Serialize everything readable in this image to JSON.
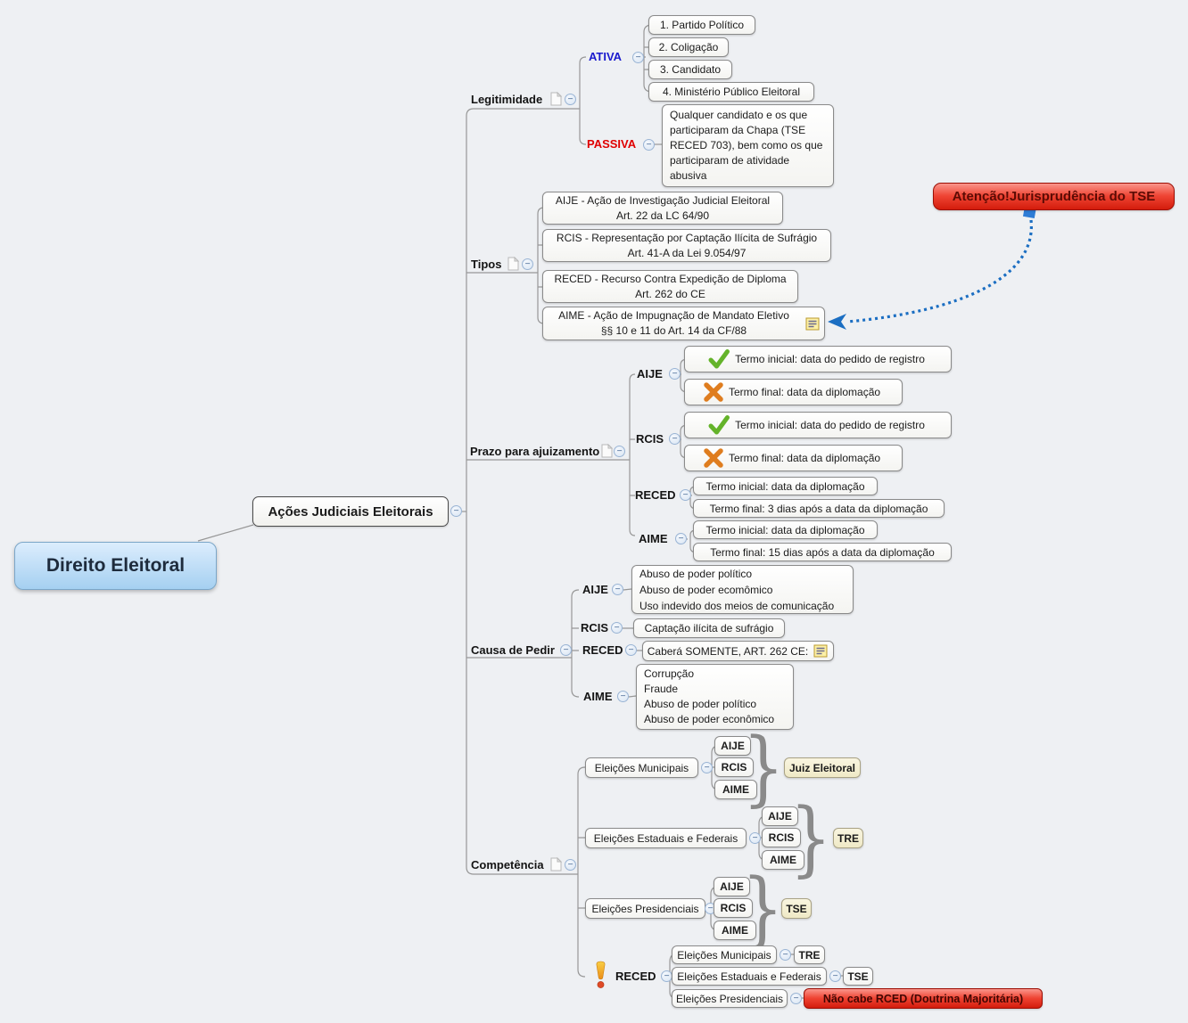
{
  "root": {
    "label": "Direito Eleitoral"
  },
  "main_topic": {
    "label": "Ações Judiciais Eleitorais"
  },
  "callout": {
    "label": "Atenção!Jurisprudência do TSE"
  },
  "legitimidade": {
    "label": "Legitimidade",
    "ativa": {
      "label": "ATIVA",
      "items": [
        "1. Partido Político",
        "2. Coligação",
        "3. Candidato",
        "4. Ministério Público Eleitoral"
      ]
    },
    "passiva": {
      "label": "PASSIVA",
      "text": "Qualquer candidato e os que participaram da Chapa (TSE RECED 703), bem como os que participaram de atividade abusiva"
    }
  },
  "tipos": {
    "label": "Tipos",
    "items": [
      {
        "title": "AIJE - Ação de Investigação Judicial Eleitoral",
        "subtitle": "Art. 22 da LC 64/90"
      },
      {
        "title": "RCIS - Representação por Captação Ilícita de Sufrágio",
        "subtitle": "Art. 41-A da Lei 9.054/97"
      },
      {
        "title": "RECED - Recurso Contra Expedição de Diploma",
        "subtitle": "Art. 262 do CE"
      },
      {
        "title": "AIME - Ação de Impugnação de Mandato Eletivo",
        "subtitle": "§§ 10 e 11 do Art. 14 da CF/88"
      }
    ]
  },
  "prazo": {
    "label": "Prazo para ajuizamento",
    "aije": {
      "label": "AIJE",
      "inicial": "Termo inicial: data do pedido de registro",
      "final": "Termo final: data da diplomação"
    },
    "rcis": {
      "label": "RCIS",
      "inicial": "Termo inicial: data do pedido de registro",
      "final": "Termo final: data da diplomação"
    },
    "reced": {
      "label": "RECED",
      "inicial": "Termo inicial: data da diplomação",
      "final": "Termo final: 3 dias após a data da diplomação"
    },
    "aime": {
      "label": "AIME",
      "inicial": "Termo inicial: data da diplomação",
      "final": "Termo final: 15 dias após a data da diplomação"
    }
  },
  "causa": {
    "label": "Causa de Pedir",
    "aije": {
      "label": "AIJE",
      "text": "Abuso de poder político\nAbuso de poder ecomômico\nUso indevido dos meios de comunicação"
    },
    "rcis": {
      "label": "RCIS",
      "text": "Captação ilícita de sufrágio"
    },
    "reced": {
      "label": "RECED",
      "text": "Caberá SOMENTE, ART. 262 CE:"
    },
    "aime": {
      "label": "AIME",
      "text": "Corrupção\nFraude\nAbuso de poder político\nAbuso de poder econômico"
    }
  },
  "competencia": {
    "label": "Competência",
    "municipais": {
      "label": "Eleições Municipais",
      "actions": [
        "AIJE",
        "RCIS",
        "AIME"
      ],
      "court": "Juiz Eleitoral"
    },
    "estaduais": {
      "label": "Eleições Estaduais e Federais",
      "actions": [
        "AIJE",
        "RCIS",
        "AIME"
      ],
      "court": "TRE"
    },
    "presidenciais": {
      "label": "Eleições Presidenciais",
      "actions": [
        "AIJE",
        "RCIS",
        "AIME"
      ],
      "court": "TSE"
    },
    "reced": {
      "label": "RECED",
      "rows": [
        {
          "label": "Eleições Municipais",
          "court": "TRE"
        },
        {
          "label": "Eleições Estaduais e Federais",
          "court": "TSE"
        },
        {
          "label": "Eleições Presidenciais",
          "court": "Não cabe RCED (Doutrina Majoritária)"
        }
      ]
    }
  },
  "colors": {
    "ativa_blue": "#1a1acd",
    "passiva_red": "#e00000",
    "warning_red": "#ef4433",
    "connector_blue": "#1b6ec2",
    "root_blue": "#a5d0f1",
    "court_beige": "#efe9c6"
  }
}
